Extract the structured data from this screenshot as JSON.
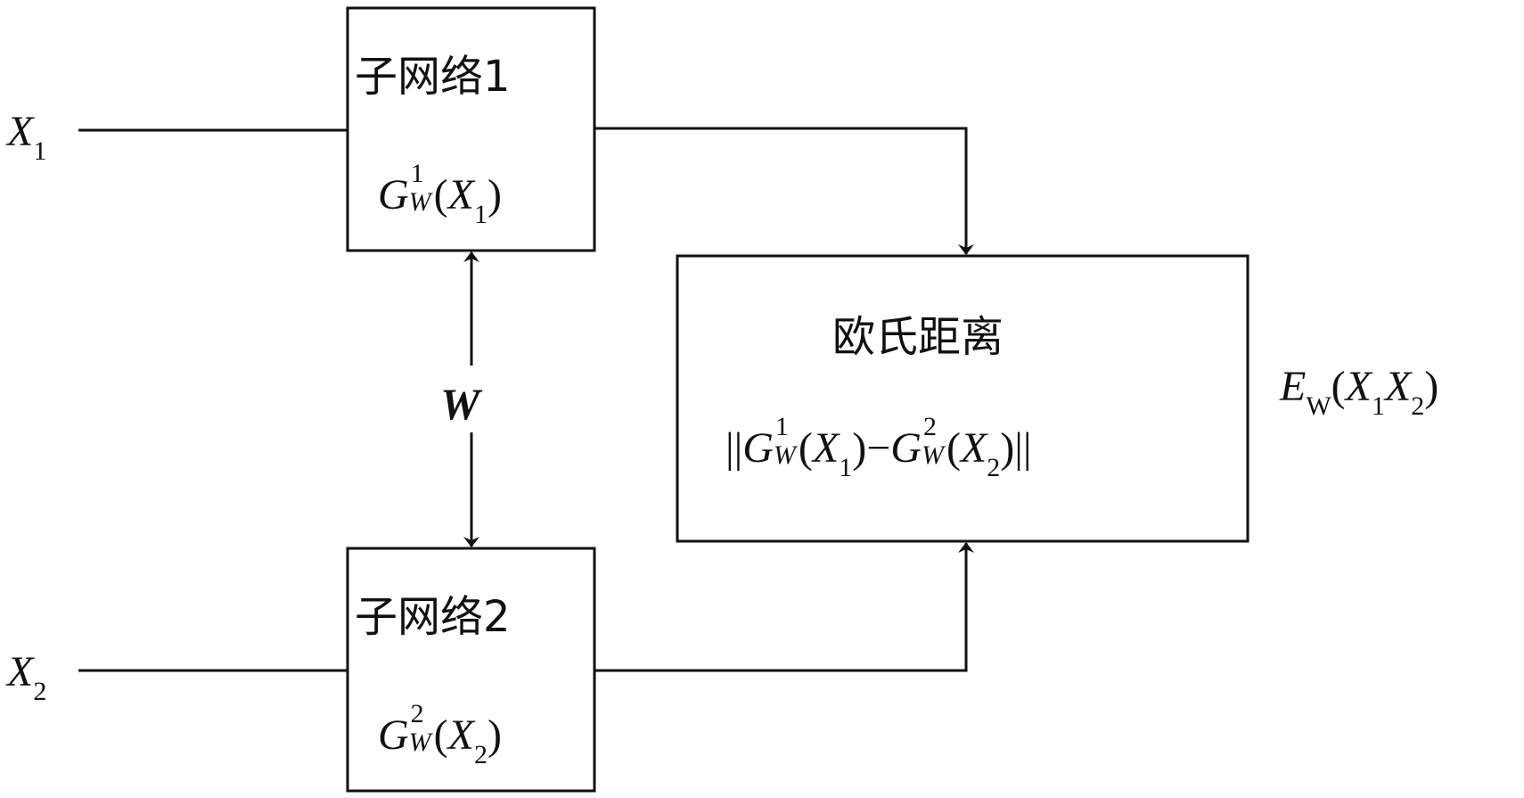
{
  "inputs": {
    "x1": {
      "base": "X",
      "sub": "1"
    },
    "x2": {
      "base": "X",
      "sub": "2"
    }
  },
  "subnet1": {
    "title": "子网络1",
    "func": {
      "name": "G",
      "sup": "1",
      "sub": "W",
      "arg": "X",
      "arg_sub": "1"
    }
  },
  "subnet2": {
    "title": "子网络2",
    "func": {
      "name": "G",
      "sup": "2",
      "sub": "W",
      "arg": "X",
      "arg_sub": "2"
    }
  },
  "shared_weight": "W",
  "distance": {
    "title": "欧氏距离",
    "formula": {
      "open": "||",
      "term1": {
        "name": "G",
        "sup": "1",
        "sub": "W",
        "arg": "X",
        "arg_sub": "1"
      },
      "minus": "−",
      "term2": {
        "name": "G",
        "sup": "2",
        "sub": "W",
        "arg": "X",
        "arg_sub": "2"
      },
      "close": "||"
    }
  },
  "output": {
    "name": "E",
    "sub": "W",
    "arg1": "X",
    "arg1_sub": "1",
    "arg2": "X",
    "arg2_sub": "2"
  },
  "colors": {
    "stroke": "#111111",
    "background": "#ffffff"
  }
}
